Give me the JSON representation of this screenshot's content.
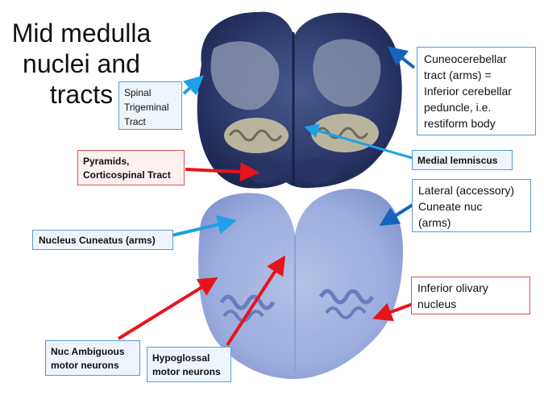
{
  "title": "Mid medulla\nnuclei and\ntracts",
  "labels": {
    "spinal_trigeminal": "Spinal\nTrigeminal\nTract",
    "cuneocerebellar": "Cuneocerebellar\ntract (arms) =\nInferior cerebellar\npeduncle, i.e.\nrestiform body",
    "pyramids": "Pyramids,\nCorticospinal Tract",
    "medial_lemniscus": "Medial lemniscus",
    "lateral_cuneate": "Lateral (accessory)\nCuneate nuc\n(arms)",
    "nucleus_cuneatus": "Nucleus Cuneatus (arms)",
    "inferior_olivary": "Inferior olivary\nnucleus",
    "nuc_ambiguous": "Nuc Ambiguous\nmotor neurons",
    "hypoglossal": "Hypoglossal\nmotor neurons"
  },
  "colors": {
    "blue_arrow": "#1ea0e6",
    "dark_blue_arrow": "#1565c0",
    "red_arrow": "#e8141b",
    "stained_section": "#2c3a6e",
    "nissl_section": "#9fb0de"
  }
}
